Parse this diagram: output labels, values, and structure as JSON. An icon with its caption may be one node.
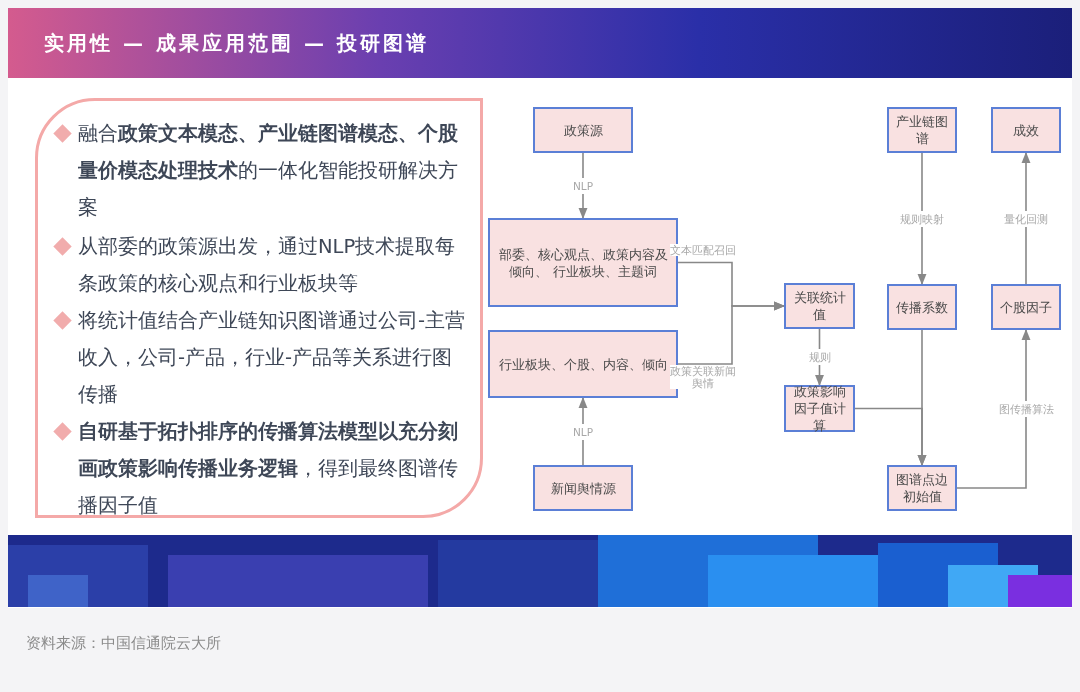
{
  "diagram": {
    "title": "实用性 — 成果应用范围 — 投研图谱",
    "caption": "资料来源：中国信通院云大所",
    "nodes": [
      {
        "text": [
          "融合**政策文本模态、产业链图谱模态、个股量价模态处理技术**的一体化智能投研解决方案",
          "从部委的政策源出发，通过NLP技术提取每条政策的核心观点和行业板块等",
          "将统计值结合产业链知识图谱通过公司-主营收入，公司-产品，行业-产品等关系进行图传播",
          "**自研基于拓扑排序的传播算法模型以充分刻画政策影响传播业务逻辑**，得到最终图谱传播因子值"
        ]
      },
      {
        "text": [
          "政策源"
        ]
      },
      {
        "text": [
          "部委、核心观点、政策内容及倾向、 行业板块、主题词"
        ]
      },
      {
        "text": [
          "行业板块、个股、内容、倾向"
        ]
      },
      {
        "text": [
          "新闻舆情源"
        ]
      },
      {
        "text": [
          "关联统计值"
        ]
      },
      {
        "text": [
          "政策影响因子值计算"
        ]
      },
      {
        "text": [
          "产业链图谱"
        ]
      },
      {
        "text": [
          "传播系数"
        ]
      },
      {
        "text": [
          "图谱点边初始值"
        ]
      },
      {
        "text": [
          "成效"
        ]
      },
      {
        "text": [
          "个股因子"
        ]
      }
    ],
    "edges": [
      {
        "from": 1,
        "to": 2,
        "arrow": "to",
        "label": "NLP"
      },
      {
        "from": 4,
        "to": 3,
        "arrow": "to",
        "label": "NLP"
      },
      {
        "from": 2,
        "to": 5,
        "arrow": "to",
        "label": "文本匹配召回"
      },
      {
        "from": 3,
        "to": 5,
        "arrow": "to",
        "label": "政策关联新闻舆情"
      },
      {
        "from": 5,
        "to": 6,
        "arrow": "to",
        "label": "规则"
      },
      {
        "from": 7,
        "to": 8,
        "arrow": "to",
        "label": "规则映射"
      },
      {
        "from": 8,
        "to": 9,
        "arrow": "to"
      },
      {
        "from": 6,
        "to": 9,
        "arrow": "to"
      },
      {
        "from": 9,
        "to": 11,
        "arrow": "to",
        "label": "图传播算法"
      },
      {
        "from": 11,
        "to": 10,
        "arrow": "to",
        "label": "量化回测"
      }
    ]
  }
}
